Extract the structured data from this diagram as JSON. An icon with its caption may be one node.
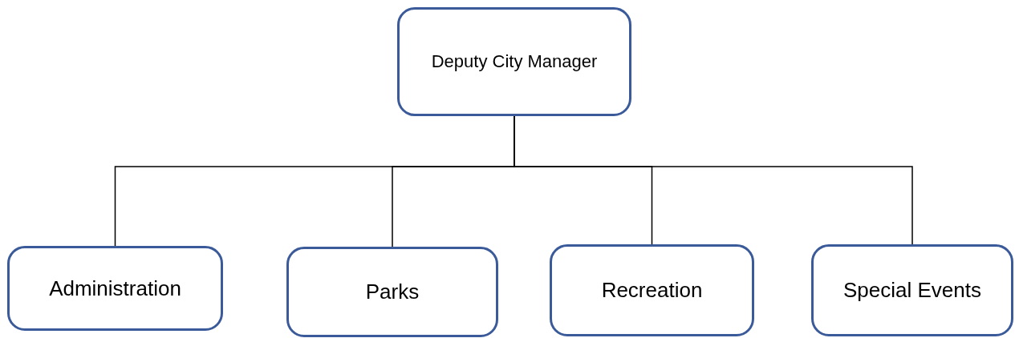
{
  "diagram": {
    "nodes": [
      {
        "text": [
          "Deputy City Manager"
        ]
      },
      {
        "text": [
          "Administration"
        ]
      },
      {
        "text": [
          "Parks"
        ]
      },
      {
        "text": [
          "Recreation"
        ]
      },
      {
        "text": [
          "Special Events"
        ]
      }
    ],
    "edges": [
      {
        "from": 0,
        "to": 1,
        "arrow": "none"
      },
      {
        "from": 0,
        "to": 2,
        "arrow": "none"
      },
      {
        "from": 0,
        "to": 3,
        "arrow": "none"
      },
      {
        "from": 0,
        "to": 4,
        "arrow": "none"
      }
    ]
  }
}
